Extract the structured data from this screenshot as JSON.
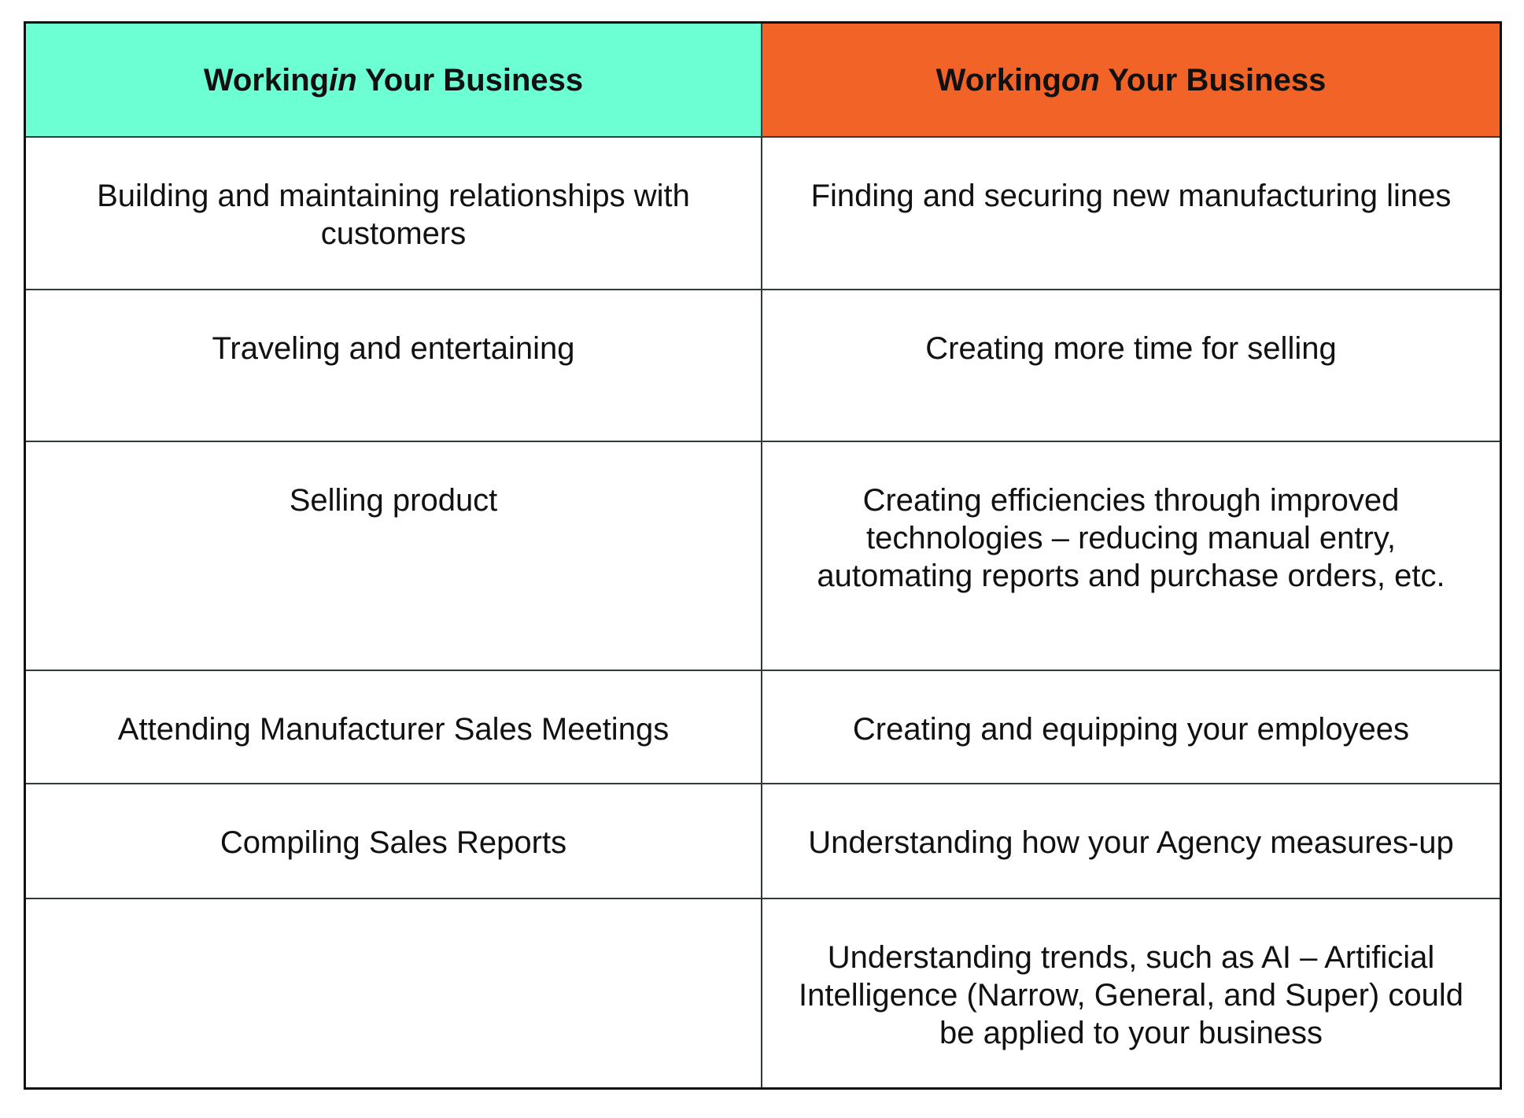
{
  "header": {
    "left": {
      "prefix": "Working ",
      "emph": "in",
      "suffix": " Your Business",
      "color": "#6bffd3"
    },
    "right": {
      "prefix": "Working ",
      "emph": "on",
      "suffix": " Your Business",
      "color": "#f26328"
    }
  },
  "rows": [
    {
      "left": "Building and maintaining relationships with customers",
      "right": "Finding and securing new manufacturing lines"
    },
    {
      "left": "Traveling and entertaining",
      "right": "Creating more time for selling"
    },
    {
      "left": "Selling product",
      "right": "Creating efficiencies through improved technologies – reducing manual entry, automating reports and purchase orders, etc."
    },
    {
      "left": "Attending Manufacturer Sales Meetings",
      "right": "Creating and equipping your employees"
    },
    {
      "left": "Compiling Sales Reports",
      "right": "Understanding how your Agency measures-up"
    },
    {
      "left": "",
      "right": "Understanding trends, such as AI – Artificial Intelligence (Narrow, General, and Super) could be applied to your business"
    }
  ]
}
